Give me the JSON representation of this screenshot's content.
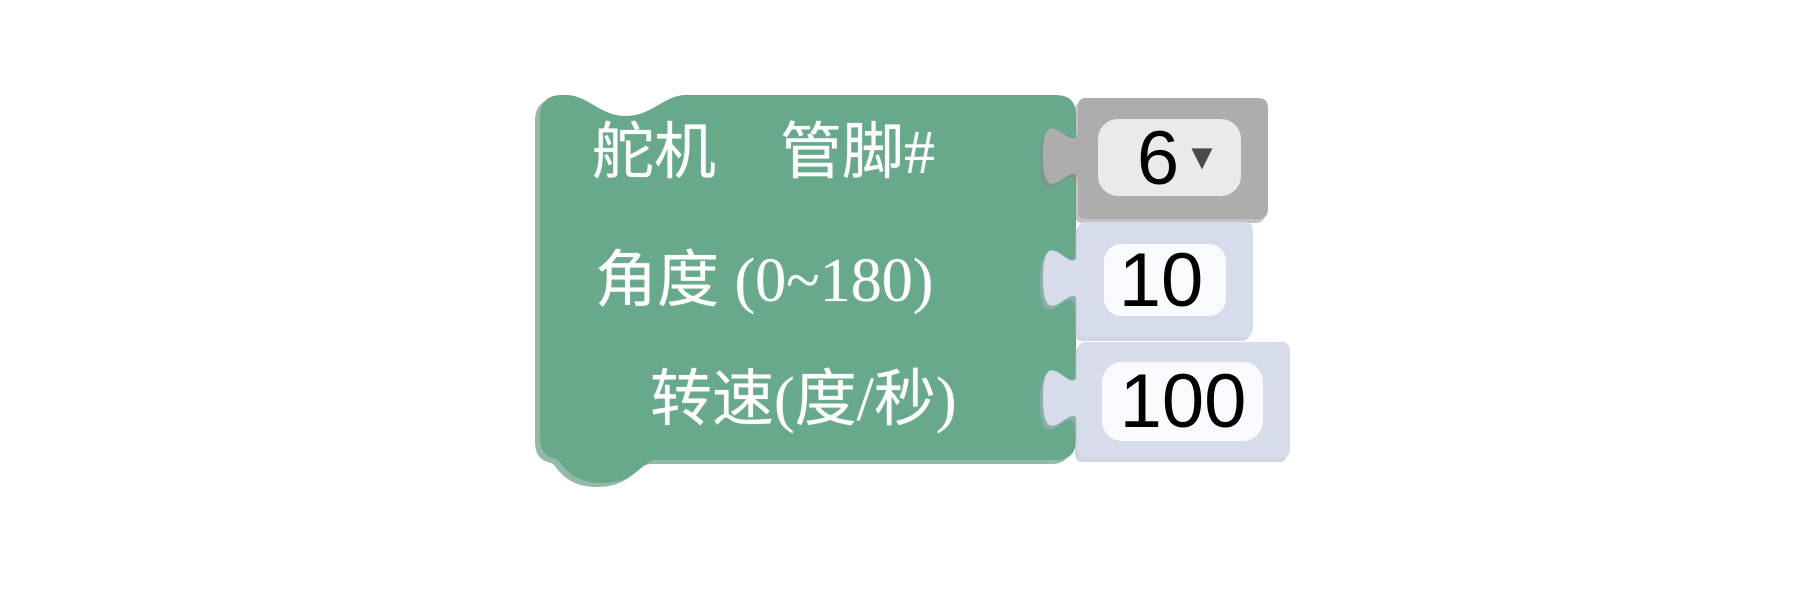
{
  "servo_block": {
    "row1": {
      "label_left": "舵机",
      "label_right": "管脚#"
    },
    "row2": {
      "label": "角度 (0~180)"
    },
    "row3": {
      "label": "转速(度/秒)"
    },
    "pin": {
      "value": "6"
    },
    "angle": {
      "value": "10"
    },
    "speed": {
      "value": "100"
    },
    "icons": {
      "dropdown_arrow": "▼"
    },
    "colors": {
      "block_green": "#68A98C",
      "block_green_shadow": "#4E8A6E",
      "dropdown_gray": "#ADADAD",
      "dropdown_gray_shadow": "#878787",
      "dropdown_field": "#EAEAEA",
      "number_block": "#D6DCE9",
      "number_block_shadow": "#A9B2C4",
      "number_field": "#F8FAFE",
      "label_text": "#FFFFFF",
      "value_text": "#000000",
      "arrow_color": "#4A4A4A"
    }
  }
}
